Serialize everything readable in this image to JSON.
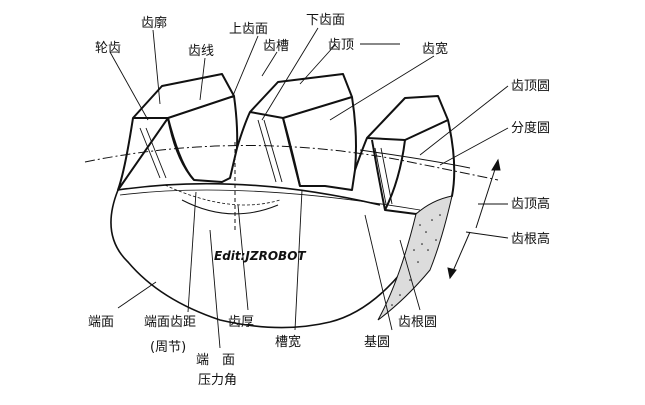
{
  "labels": {
    "lunchi": "轮齿",
    "chikuo": "齿廓",
    "chixian": "齿线",
    "shangchimian": "上齿面",
    "chicao": "齿槽",
    "xiachimian": "下齿面",
    "chiding": "齿顶",
    "chikuan": "齿宽",
    "chidingyuan": "齿顶圆",
    "fenduyuan": "分度圆",
    "chidinggao": "齿顶高",
    "chigenggao": "齿根高",
    "chigenyuan": "齿根圆",
    "jiyuan": "基圆",
    "caokuan": "槽宽",
    "chihou": "齿厚",
    "duanmianchiju": "端面齿距",
    "zhoujie": "(周节)",
    "duanmian": "端面",
    "duanmian_yalijiao_1": "端　面",
    "duanmian_yalijiao_2": "压力角"
  },
  "watermark": "Edit:JZROBOT",
  "colors": {
    "ink": "#111111",
    "background": "#ffffff"
  }
}
